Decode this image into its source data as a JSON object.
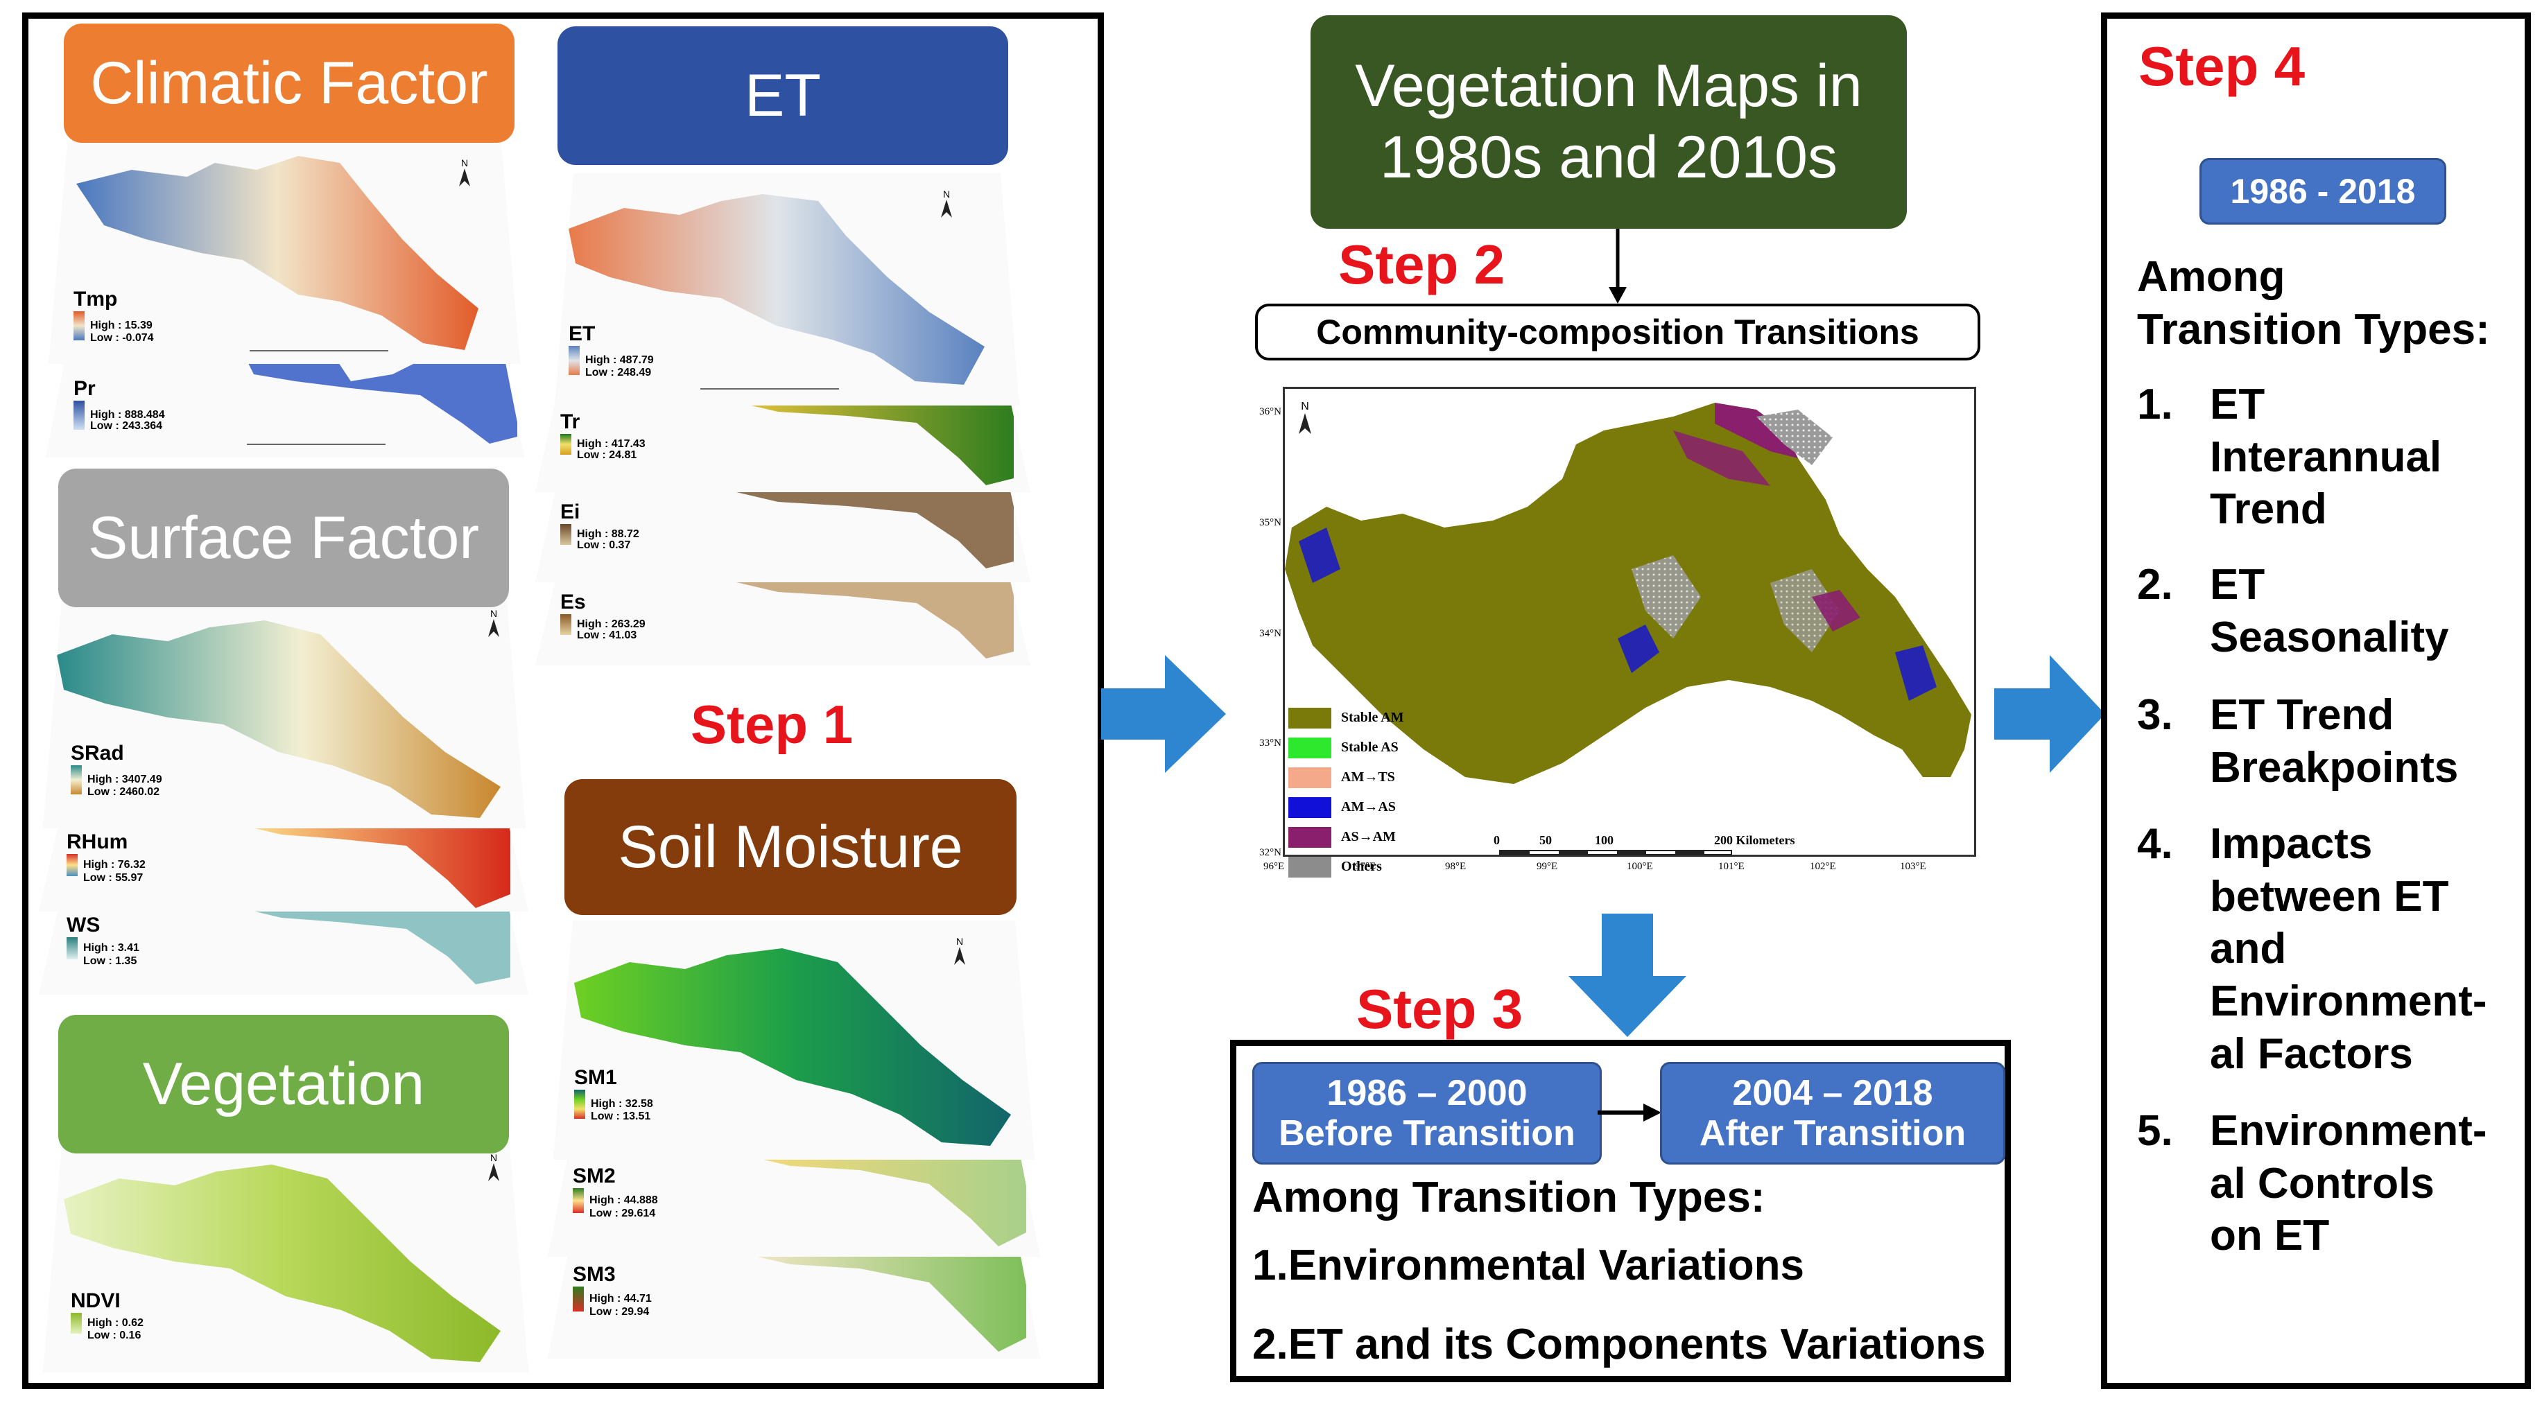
{
  "step1": {
    "label": "Step 1",
    "climatic": {
      "title": "Climatic Factor",
      "tmp": {
        "name": "Tmp",
        "high": "High : 15.39",
        "low": "Low : -0.074"
      },
      "pr": {
        "name": "Pr",
        "high": "High : 888.484",
        "low": "Low : 243.364"
      }
    },
    "et": {
      "title": "ET",
      "et": {
        "name": "ET",
        "high": "High : 487.79",
        "low": "Low : 248.49"
      },
      "tr": {
        "name": "Tr",
        "high": "High : 417.43",
        "low": "Low : 24.81"
      },
      "ei": {
        "name": "Ei",
        "high": "High : 88.72",
        "low": "Low : 0.37"
      },
      "es": {
        "name": "Es",
        "high": "High : 263.29",
        "low": "Low : 41.03"
      }
    },
    "surface": {
      "title": "Surface Factor",
      "srad": {
        "name": "SRad",
        "high": "High : 3407.49",
        "low": "Low : 2460.02"
      },
      "rhum": {
        "name": "RHum",
        "high": "High : 76.32",
        "low": "Low : 55.97"
      },
      "ws": {
        "name": "WS",
        "high": "High : 3.41",
        "low": "Low : 1.35"
      }
    },
    "soil": {
      "title": "Soil Moisture",
      "sm1": {
        "name": "SM1",
        "high": "High : 32.58",
        "low": "Low : 13.51"
      },
      "sm2": {
        "name": "SM2",
        "high": "High : 44.888",
        "low": "Low : 29.614"
      },
      "sm3": {
        "name": "SM3",
        "high": "High : 44.71",
        "low": "Low : 29.94"
      }
    },
    "vegetation": {
      "title": "Vegetation",
      "ndvi": {
        "name": "NDVI",
        "high": "High : 0.62",
        "low": "Low : 0.16"
      }
    }
  },
  "step2": {
    "label": "Step 2",
    "header": "Vegetation Maps in 1980s and 2010s",
    "transitions_box": "Community-composition Transitions",
    "map": {
      "north": "N",
      "legend": [
        {
          "label": "Stable AM",
          "color": "#7a7a0a"
        },
        {
          "label": "Stable AS",
          "color": "#2ee82e"
        },
        {
          "label": "AM→TS",
          "color": "#f4a98a"
        },
        {
          "label": "AM→AS",
          "color": "#1010d8"
        },
        {
          "label": "AS→AM",
          "color": "#8a1f6e"
        },
        {
          "label": "Others",
          "color": "#8c8c8c"
        }
      ],
      "lat_ticks": [
        "36°N",
        "35°N",
        "34°N",
        "33°N",
        "32°N"
      ],
      "lon_ticks": [
        "96°E",
        "97°E",
        "98°E",
        "99°E",
        "100°E",
        "101°E",
        "102°E",
        "103°E"
      ],
      "scale_labels": [
        "0",
        "50",
        "100",
        "200 Kilometers"
      ]
    }
  },
  "step3": {
    "label": "Step 3",
    "before": {
      "years": "1986 – 2000",
      "text": "Before Transition"
    },
    "after": {
      "years": "2004 – 2018",
      "text": "After Transition"
    },
    "heading": "Among Transition Types:",
    "items": [
      "1.Environmental Variations",
      "2.ET and its Components Variations"
    ]
  },
  "step4": {
    "label": "Step 4",
    "period": "1986 - 2018",
    "heading_line1": "Among",
    "heading_line2": "Transition Types:",
    "items": [
      {
        "num": "1.",
        "lines": [
          "ET",
          "Interannual",
          "Trend"
        ]
      },
      {
        "num": "2.",
        "lines": [
          "ET",
          "Seasonality"
        ]
      },
      {
        "num": "3.",
        "lines": [
          "ET Trend",
          "Breakpoints"
        ]
      },
      {
        "num": "4.",
        "lines": [
          "Impacts",
          "between ET",
          "and",
          "Environment-",
          "al Factors"
        ]
      },
      {
        "num": "5.",
        "lines": [
          "Environment-",
          "al Controls",
          "on ET"
        ]
      }
    ]
  },
  "colors": {
    "climatic": "#ed7d31",
    "et": "#2e51a2",
    "surface": "#a5a5a5",
    "soil": "#843c0c",
    "vegetation": "#70ad47",
    "veg_maps": "#385723",
    "accent_red": "#e8141b",
    "arrow_blue": "#2e86d0",
    "pill_blue": "#4472c4"
  }
}
